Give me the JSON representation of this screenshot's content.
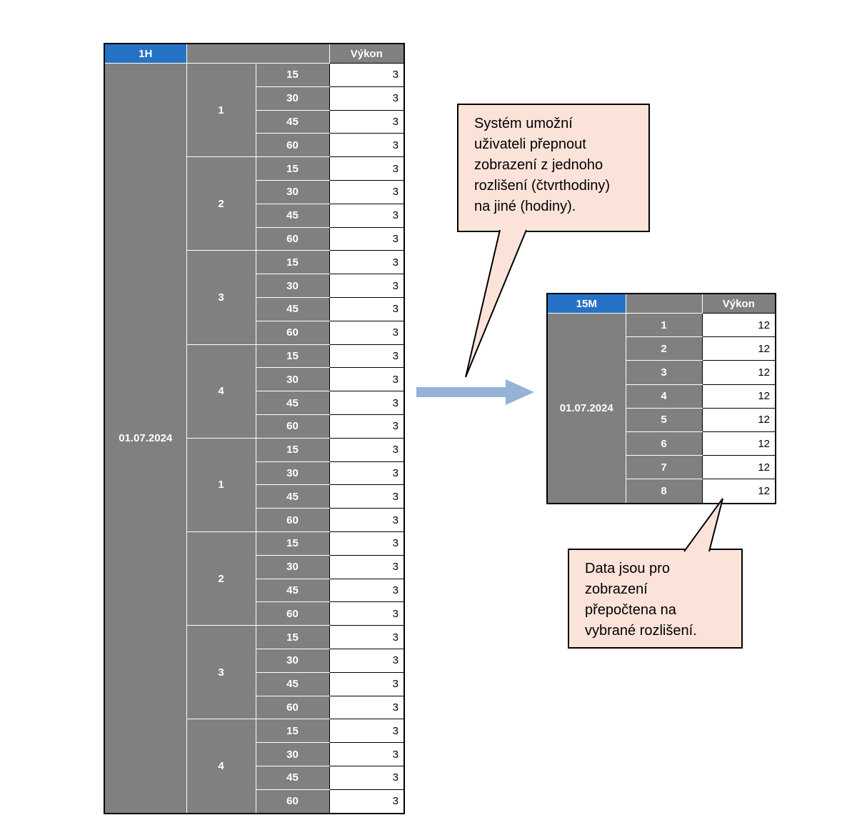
{
  "colors": {
    "page_bg": "#ffffff",
    "header_blue": "#2673c5",
    "cell_gray": "#808080",
    "callout_bg": "#fbe3da",
    "arrow_blue": "#95b3d7"
  },
  "left_table": {
    "resolution": "1H",
    "value_header": "Výkon",
    "date": "01.07.2024",
    "groups": [
      {
        "hour": "1",
        "rows": [
          {
            "minute": "15",
            "value": "3"
          },
          {
            "minute": "30",
            "value": "3"
          },
          {
            "minute": "45",
            "value": "3"
          },
          {
            "minute": "60",
            "value": "3"
          }
        ]
      },
      {
        "hour": "2",
        "rows": [
          {
            "minute": "15",
            "value": "3"
          },
          {
            "minute": "30",
            "value": "3"
          },
          {
            "minute": "45",
            "value": "3"
          },
          {
            "minute": "60",
            "value": "3"
          }
        ]
      },
      {
        "hour": "3",
        "rows": [
          {
            "minute": "15",
            "value": "3"
          },
          {
            "minute": "30",
            "value": "3"
          },
          {
            "minute": "45",
            "value": "3"
          },
          {
            "minute": "60",
            "value": "3"
          }
        ]
      },
      {
        "hour": "4",
        "rows": [
          {
            "minute": "15",
            "value": "3"
          },
          {
            "minute": "30",
            "value": "3"
          },
          {
            "minute": "45",
            "value": "3"
          },
          {
            "minute": "60",
            "value": "3"
          }
        ]
      },
      {
        "hour": "1",
        "rows": [
          {
            "minute": "15",
            "value": "3"
          },
          {
            "minute": "30",
            "value": "3"
          },
          {
            "minute": "45",
            "value": "3"
          },
          {
            "minute": "60",
            "value": "3"
          }
        ]
      },
      {
        "hour": "2",
        "rows": [
          {
            "minute": "15",
            "value": "3"
          },
          {
            "minute": "30",
            "value": "3"
          },
          {
            "minute": "45",
            "value": "3"
          },
          {
            "minute": "60",
            "value": "3"
          }
        ]
      },
      {
        "hour": "3",
        "rows": [
          {
            "minute": "15",
            "value": "3"
          },
          {
            "minute": "30",
            "value": "3"
          },
          {
            "minute": "45",
            "value": "3"
          },
          {
            "minute": "60",
            "value": "3"
          }
        ]
      },
      {
        "hour": "4",
        "rows": [
          {
            "minute": "15",
            "value": "3"
          },
          {
            "minute": "30",
            "value": "3"
          },
          {
            "minute": "45",
            "value": "3"
          },
          {
            "minute": "60",
            "value": "3"
          }
        ]
      }
    ]
  },
  "right_table": {
    "resolution": "15M",
    "value_header": "Výkon",
    "date": "01.07.2024",
    "rows": [
      {
        "label": "1",
        "value": "12"
      },
      {
        "label": "2",
        "value": "12"
      },
      {
        "label": "3",
        "value": "12"
      },
      {
        "label": "4",
        "value": "12"
      },
      {
        "label": "5",
        "value": "12"
      },
      {
        "label": "6",
        "value": "12"
      },
      {
        "label": "7",
        "value": "12"
      },
      {
        "label": "8",
        "value": "12"
      }
    ]
  },
  "callout_top": {
    "text": "Systém umožní\nuživateli přepnout\nzobrazení z jednoho\nrozlišení (čtvrthodiny)\nna jiné (hodiny)."
  },
  "callout_bottom": {
    "text": "Data jsou pro\nzobrazení\npřepočtena na\nvybrané rozlišení."
  }
}
